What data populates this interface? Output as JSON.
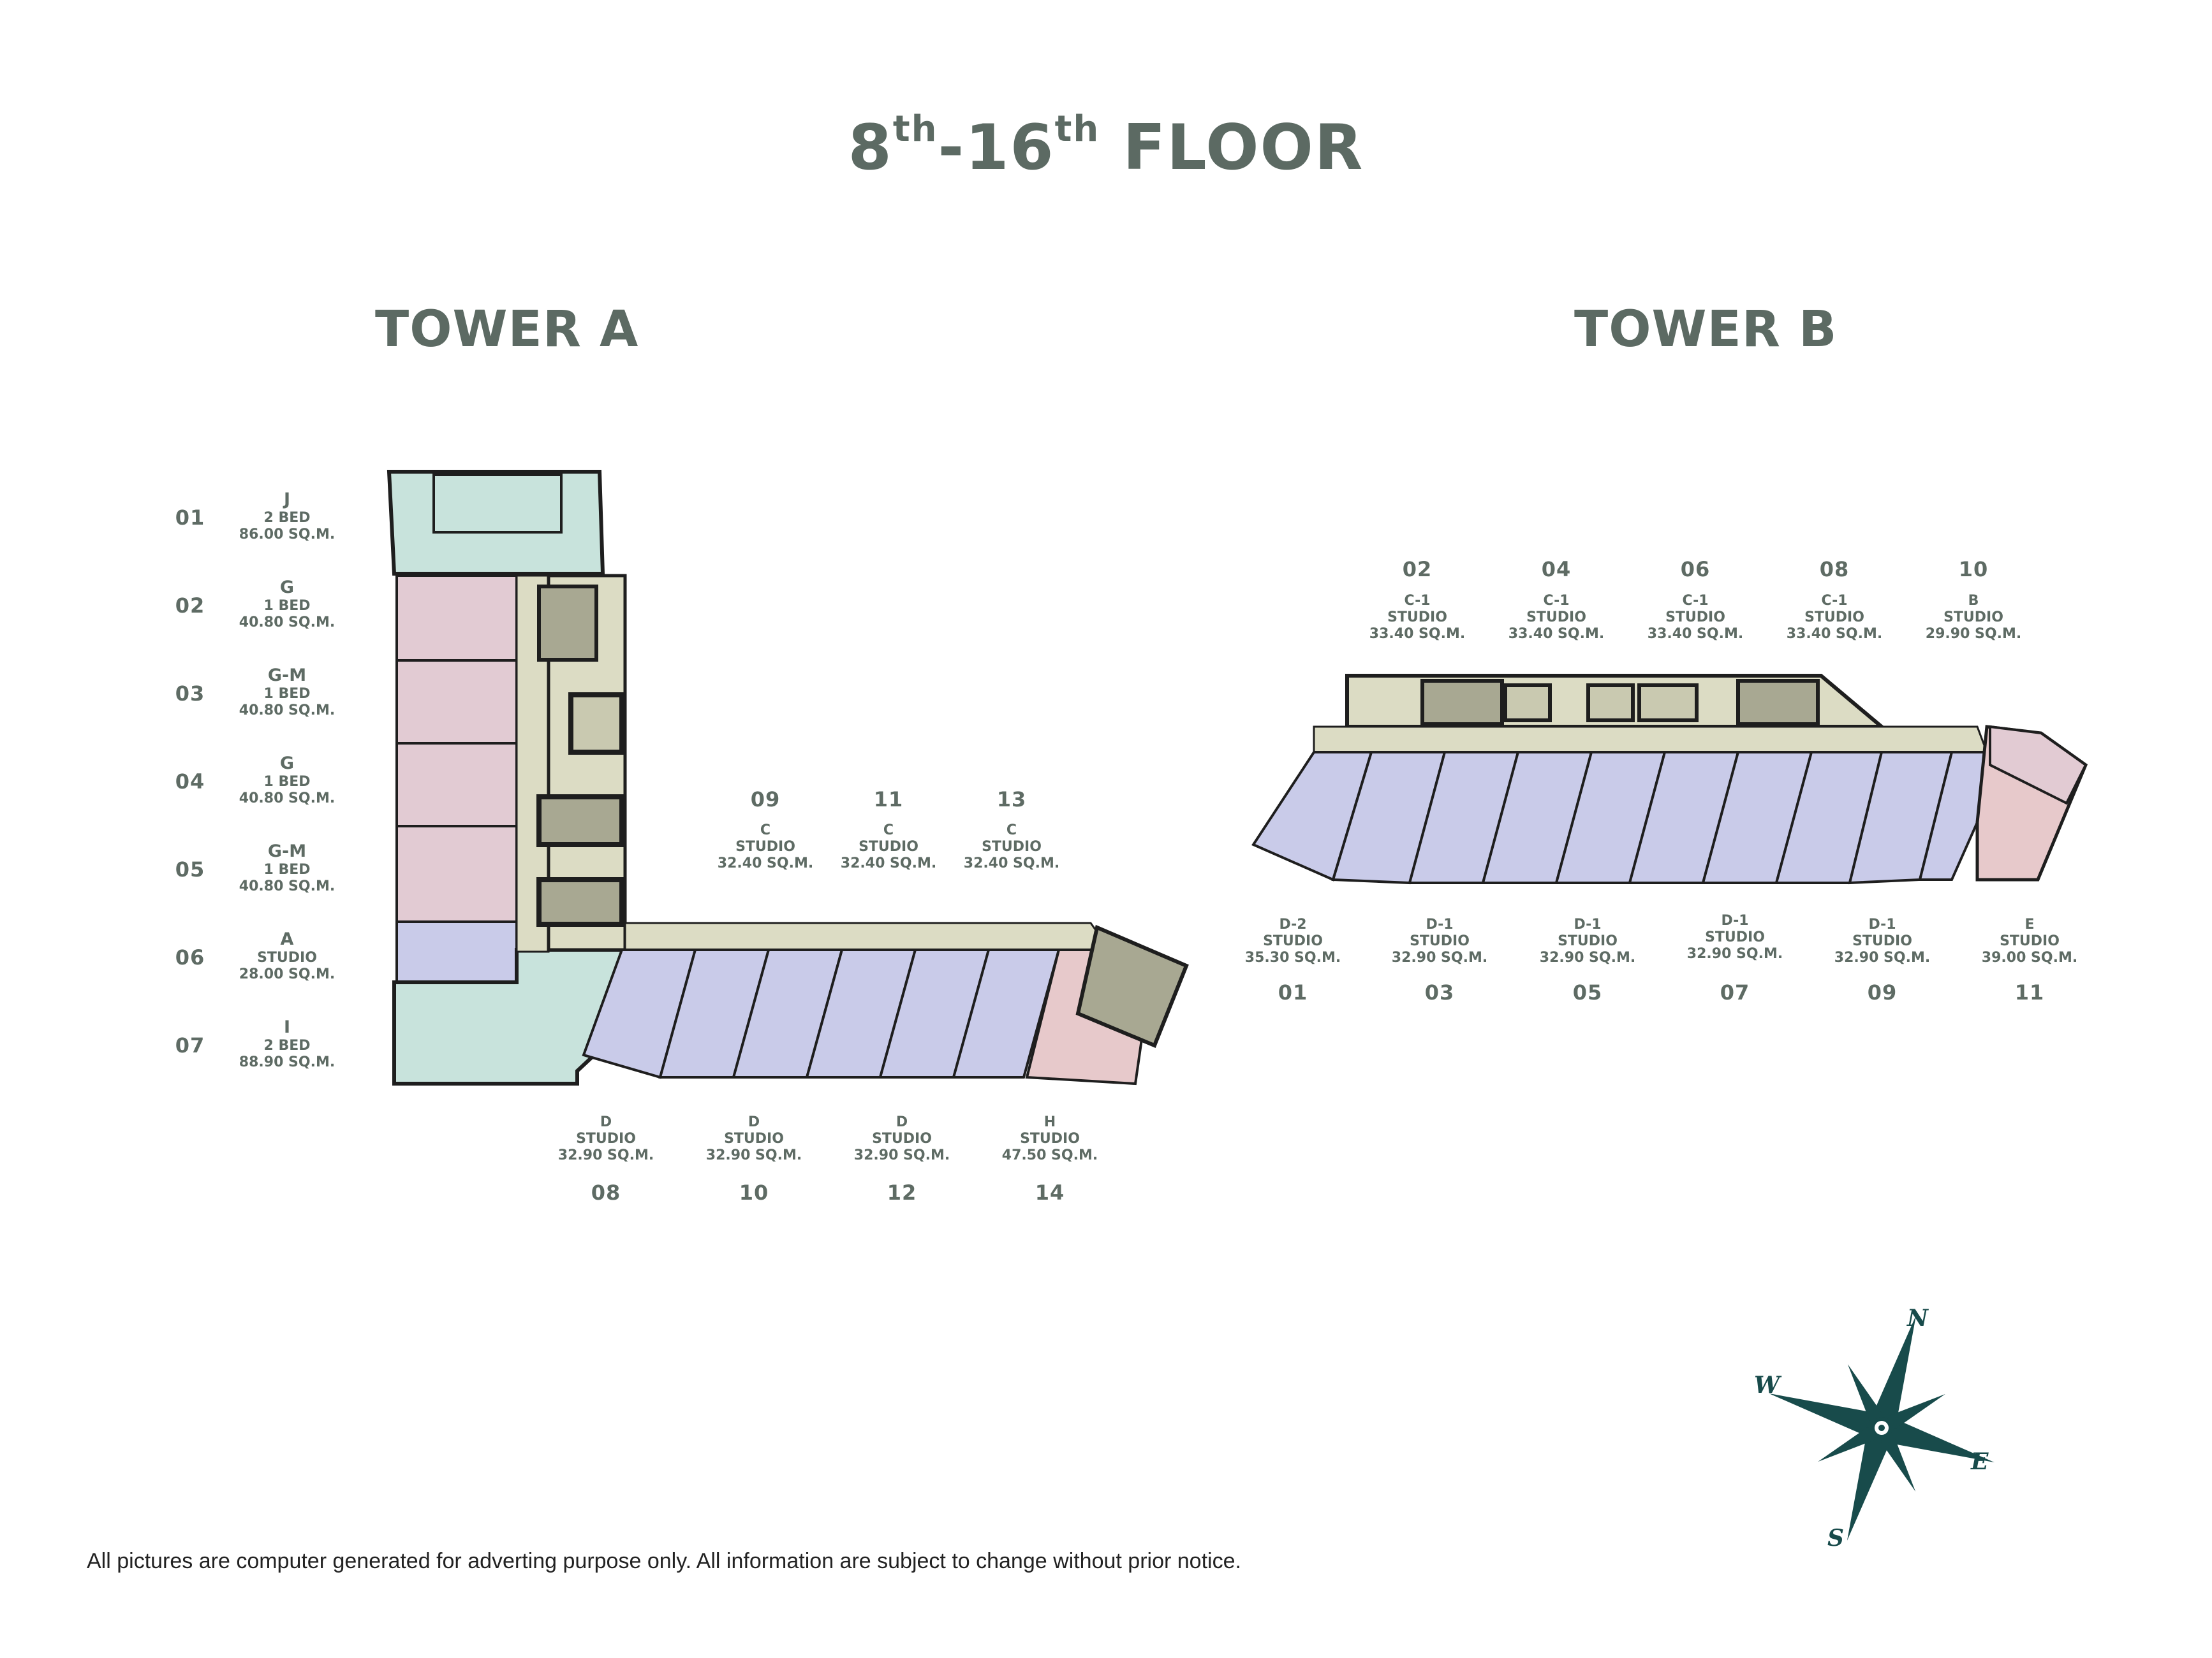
{
  "title": {
    "prefix": "8",
    "sup1": "th",
    "mid": "-16",
    "sup2": "th",
    "suffix": " FLOOR"
  },
  "tower_a": {
    "title": "TOWER A",
    "left_units": [
      {
        "no": "01",
        "type": "J",
        "bed": "2 BED",
        "area": "86.00 SQ.M."
      },
      {
        "no": "02",
        "type": "G",
        "bed": "1 BED",
        "area": "40.80 SQ.M."
      },
      {
        "no": "03",
        "type": "G-M",
        "bed": "1 BED",
        "area": "40.80 SQ.M."
      },
      {
        "no": "04",
        "type": "G",
        "bed": "1 BED",
        "area": "40.80 SQ.M."
      },
      {
        "no": "05",
        "type": "G-M",
        "bed": "1 BED",
        "area": "40.80 SQ.M."
      },
      {
        "no": "06",
        "type": "A",
        "bed": "STUDIO",
        "area": "28.00 SQ.M."
      },
      {
        "no": "07",
        "type": "I",
        "bed": "2 BED",
        "area": "88.90 SQ.M."
      }
    ],
    "top_units": [
      {
        "no": "09",
        "type": "C",
        "bed": "STUDIO",
        "area": "32.40 SQ.M."
      },
      {
        "no": "11",
        "type": "C",
        "bed": "STUDIO",
        "area": "32.40 SQ.M."
      },
      {
        "no": "13",
        "type": "C",
        "bed": "STUDIO",
        "area": "32.40 SQ.M."
      }
    ],
    "bottom_units": [
      {
        "no": "08",
        "type": "D",
        "bed": "STUDIO",
        "area": "32.90 SQ.M."
      },
      {
        "no": "10",
        "type": "D",
        "bed": "STUDIO",
        "area": "32.90 SQ.M."
      },
      {
        "no": "12",
        "type": "D",
        "bed": "STUDIO",
        "area": "32.90 SQ.M."
      },
      {
        "no": "14",
        "type": "H",
        "bed": "STUDIO",
        "area": "47.50 SQ.M."
      }
    ]
  },
  "tower_b": {
    "title": "TOWER B",
    "top_units": [
      {
        "no": "02",
        "type": "C-1",
        "bed": "STUDIO",
        "area": "33.40 SQ.M."
      },
      {
        "no": "04",
        "type": "C-1",
        "bed": "STUDIO",
        "area": "33.40 SQ.M."
      },
      {
        "no": "06",
        "type": "C-1",
        "bed": "STUDIO",
        "area": "33.40 SQ.M."
      },
      {
        "no": "08",
        "type": "C-1",
        "bed": "STUDIO",
        "area": "33.40 SQ.M."
      },
      {
        "no": "10",
        "type": "B",
        "bed": "STUDIO",
        "area": "29.90 SQ.M."
      }
    ],
    "bottom_units": [
      {
        "no": "01",
        "type": "D-2",
        "bed": "STUDIO",
        "area": "35.30 SQ.M."
      },
      {
        "no": "03",
        "type": "D-1",
        "bed": "STUDIO",
        "area": "32.90 SQ.M."
      },
      {
        "no": "05",
        "type": "D-1",
        "bed": "STUDIO",
        "area": "32.90 SQ.M."
      },
      {
        "no": "07",
        "type": "D-1",
        "bed": "STUDIO",
        "area": "32.90 SQ.M."
      },
      {
        "no": "09",
        "type": "D-1",
        "bed": "STUDIO",
        "area": "32.90 SQ.M."
      },
      {
        "no": "11",
        "type": "E",
        "bed": "STUDIO",
        "area": "39.00 SQ.M."
      }
    ]
  },
  "compass": {
    "n": "N",
    "e": "E",
    "s": "S",
    "w": "W"
  },
  "colors": {
    "two_bed": "#c8e3dc",
    "one_bed": "#e2cbd3",
    "studio": "#c9cbe9",
    "studio_large": "#e7c9cb",
    "corridor": "#dcdcc4",
    "core": "#a8a892",
    "wall": "#1e1e1e",
    "compass": "#184b4b"
  },
  "disclaimer": "All pictures are computer generated for adverting purpose only. All information are subject to change without prior notice."
}
